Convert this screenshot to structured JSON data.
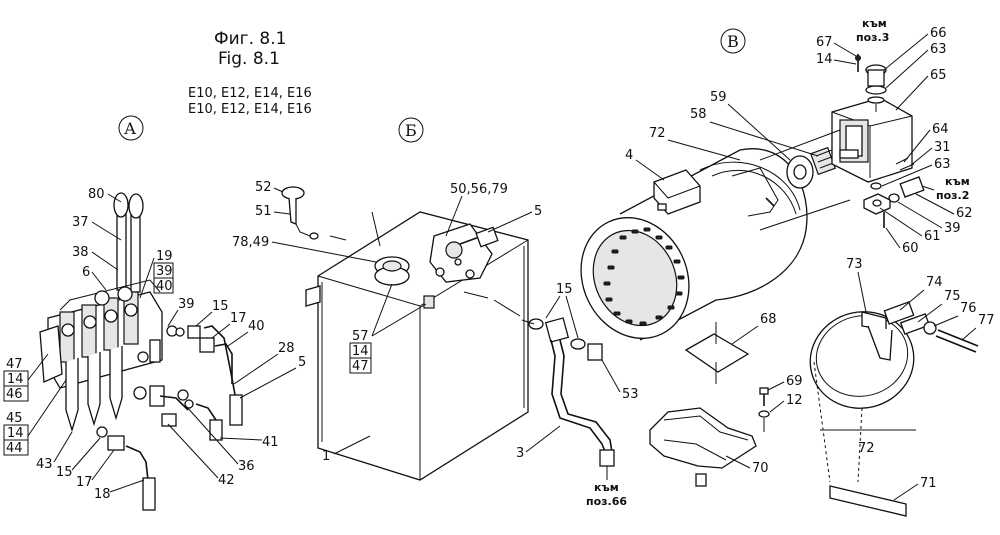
{
  "figure": {
    "title_bg": "Фиг. 8.1",
    "title_en": "Fig. 8.1",
    "models_line1": "E10, E12, E14, E16",
    "models_line2": "E10, E12, E14, E16"
  },
  "sections": {
    "a": "А",
    "b": "Б",
    "v": "В"
  },
  "notes": {
    "to_pos3_l1": "към",
    "to_pos3_l2": "поз.3",
    "to_pos2_l1": "към",
    "to_pos2_l2": "поз.2",
    "to_pos66_l1": "към",
    "to_pos66_l2": "поз.66"
  },
  "group_a": {
    "p80": "80",
    "p37": "37",
    "p38": "38",
    "p6": "6",
    "p19": "19",
    "p39b": "39",
    "p40b": "40",
    "p39": "39",
    "p15": "15",
    "p17": "17",
    "p40": "40",
    "p28": "28",
    "p5": "5",
    "p47": "47",
    "p14a": "14",
    "p46": "46",
    "p45": "45",
    "p14b": "14",
    "p44": "44",
    "p43": "43",
    "p15b": "15",
    "p17b": "17",
    "p18": "18",
    "p42": "42",
    "p36": "36",
    "p41": "41"
  },
  "group_b": {
    "p52": "52",
    "p51": "51",
    "p7849": "78,49",
    "p505679": "50,56,79",
    "p5": "5",
    "p57": "57",
    "p14": "14",
    "p47": "47",
    "p15": "15",
    "p53": "53",
    "p1": "1",
    "p3": "3"
  },
  "group_v": {
    "p67": "67",
    "p14": "14",
    "p66": "66",
    "p63": "63",
    "p65": "65",
    "p59": "59",
    "p58": "58",
    "p72": "72",
    "p4": "4",
    "p64": "64",
    "p31": "31",
    "p63b": "63",
    "p62": "62",
    "p39": "39",
    "p61": "61",
    "p60": "60",
    "p73": "73",
    "p74": "74",
    "p75": "75",
    "p76": "76",
    "p77": "77",
    "p68": "68",
    "p69": "69",
    "p12": "12",
    "p70": "70",
    "p72b": "72",
    "p71": "71"
  }
}
